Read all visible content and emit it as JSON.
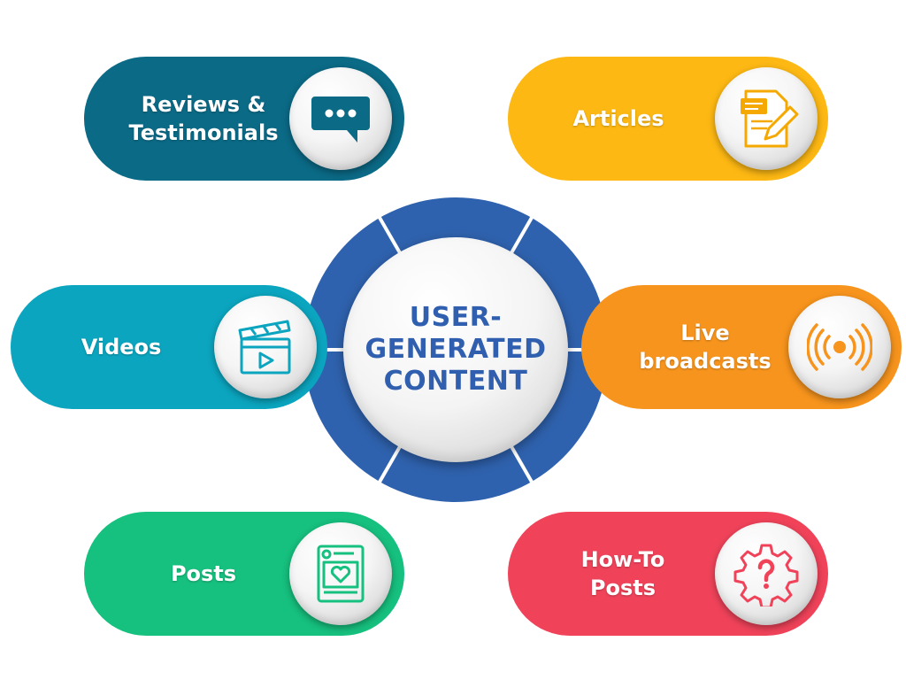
{
  "center": {
    "title": "USER-\nGENERATED\nCONTENT",
    "ring_color": "#2f62ae"
  },
  "items": [
    {
      "label": "Reviews &\nTestimonials",
      "color": "#0b6a86",
      "icon": "chat-bubble-icon"
    },
    {
      "label": "Articles",
      "color": "#fdb813",
      "icon": "document-pencil-icon"
    },
    {
      "label": "Videos",
      "color": "#0ba5bf",
      "icon": "clapperboard-play-icon"
    },
    {
      "label": "Live\nbroadcasts",
      "color": "#f7941d",
      "icon": "broadcast-icon"
    },
    {
      "label": "Posts",
      "color": "#16c07e",
      "icon": "social-post-heart-icon"
    },
    {
      "label": "How-To\nPosts",
      "color": "#f0435a",
      "icon": "gear-question-icon"
    }
  ]
}
